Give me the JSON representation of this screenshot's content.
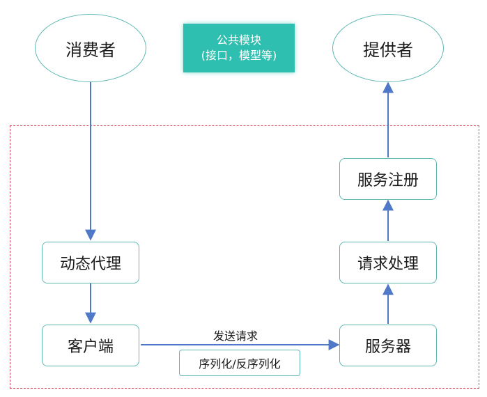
{
  "nodes": {
    "consumer": "消费者",
    "provider": "提供者",
    "common_module_line1": "公共模块",
    "common_module_line2": "(接口，模型等)",
    "dynamic_proxy": "动态代理",
    "client": "客户端",
    "service_registry": "服务注册",
    "request_handling": "请求处理",
    "server": "服务器"
  },
  "edges": {
    "send_request": "发送请求",
    "serialization": "序列化/反序列化"
  },
  "colors": {
    "node_border": "#5cb8b2",
    "arrow": "#4f78c7",
    "frame": "#d9485f",
    "common_module_fill": "#2fbfb0"
  }
}
